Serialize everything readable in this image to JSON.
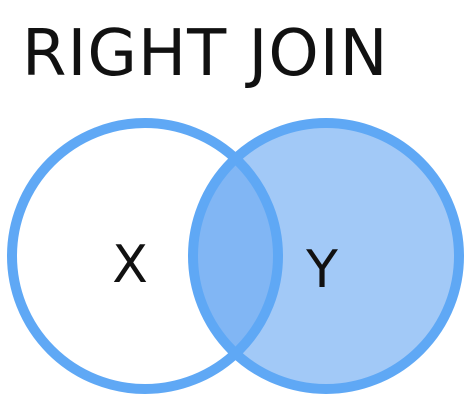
{
  "title": "RIGHT JOIN",
  "sets": {
    "left": {
      "label": "X"
    },
    "right": {
      "label": "Y"
    }
  },
  "colors": {
    "stroke": "#5fa8f5",
    "right_fill": "#a2c9f7",
    "overlap_fill": "#81b6f4",
    "left_fill": "#ffffff",
    "text": "#111111"
  }
}
